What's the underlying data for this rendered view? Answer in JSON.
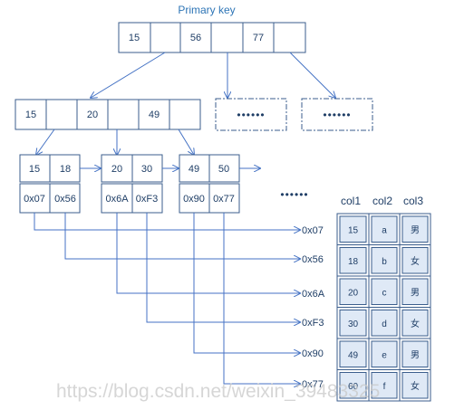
{
  "title": "Primary key",
  "root": [
    "15",
    "56",
    "77"
  ],
  "level2": [
    "15",
    "20",
    "49"
  ],
  "ellipsis": "••••••",
  "leaves": [
    {
      "keys": [
        "15",
        "18"
      ],
      "addrs": [
        "0x07",
        "0x56"
      ]
    },
    {
      "keys": [
        "20",
        "30"
      ],
      "addrs": [
        "0x6A",
        "0xF3"
      ]
    },
    {
      "keys": [
        "49",
        "50"
      ],
      "addrs": [
        "0x90",
        "0x77"
      ]
    }
  ],
  "pointers": [
    "0x07",
    "0x56",
    "0x6A",
    "0xF3",
    "0x90",
    "0x77"
  ],
  "table": {
    "headers": [
      "col1",
      "col2",
      "col3"
    ],
    "rows": [
      [
        "15",
        "a",
        "男"
      ],
      [
        "18",
        "b",
        "女"
      ],
      [
        "20",
        "c",
        "男"
      ],
      [
        "30",
        "d",
        "女"
      ],
      [
        "49",
        "e",
        "男"
      ],
      [
        "60",
        "f",
        "女"
      ]
    ]
  },
  "watermark": "https://blog.csdn.net/weixin_39483325",
  "colors": {
    "line": "#4472c4",
    "border": "#3b5e8c",
    "text": "#1f3e66",
    "title": "#2e75b6",
    "cell_fill": "#dfe9f6"
  }
}
